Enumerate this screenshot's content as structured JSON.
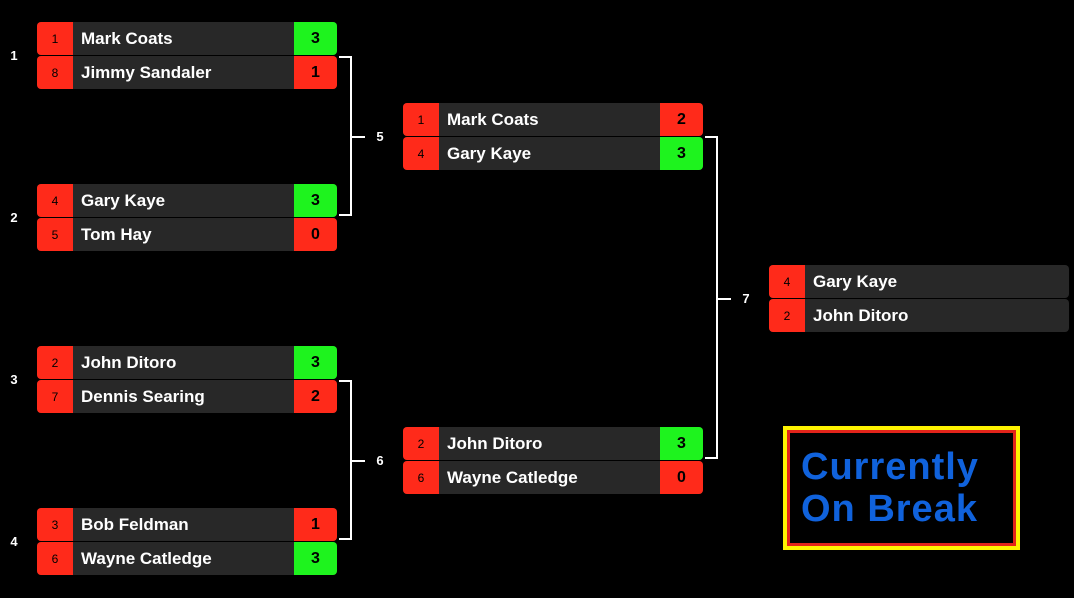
{
  "matches": [
    {
      "num": "1",
      "players": [
        {
          "seed": "1",
          "name": "Mark Coats",
          "score": "3",
          "win": true
        },
        {
          "seed": "8",
          "name": "Jimmy Sandaler",
          "score": "1",
          "win": false
        }
      ]
    },
    {
      "num": "2",
      "players": [
        {
          "seed": "4",
          "name": "Gary Kaye",
          "score": "3",
          "win": true
        },
        {
          "seed": "5",
          "name": "Tom Hay",
          "score": "0",
          "win": false
        }
      ]
    },
    {
      "num": "3",
      "players": [
        {
          "seed": "2",
          "name": "John Ditoro",
          "score": "3",
          "win": true
        },
        {
          "seed": "7",
          "name": "Dennis Searing",
          "score": "2",
          "win": false
        }
      ]
    },
    {
      "num": "4",
      "players": [
        {
          "seed": "3",
          "name": "Bob Feldman",
          "score": "1",
          "win": false
        },
        {
          "seed": "6",
          "name": "Wayne Catledge",
          "score": "3",
          "win": true
        }
      ]
    },
    {
      "num": "5",
      "players": [
        {
          "seed": "1",
          "name": "Mark Coats",
          "score": "2",
          "win": false
        },
        {
          "seed": "4",
          "name": "Gary Kaye",
          "score": "3",
          "win": true
        }
      ]
    },
    {
      "num": "6",
      "players": [
        {
          "seed": "2",
          "name": "John Ditoro",
          "score": "3",
          "win": true
        },
        {
          "seed": "6",
          "name": "Wayne Catledge",
          "score": "0",
          "win": false
        }
      ]
    },
    {
      "num": "7",
      "players": [
        {
          "seed": "4",
          "name": "Gary Kaye",
          "score": "",
          "win": null
        },
        {
          "seed": "2",
          "name": "John Ditoro",
          "score": "",
          "win": null
        }
      ]
    }
  ],
  "status": {
    "line1": "Currently",
    "line2": "On Break"
  },
  "colors": {
    "win": "#1ef31e",
    "lose": "#ff2a1a",
    "status_text": "#1062dc",
    "status_border_outer": "#fef200",
    "status_border_inner": "#e3231a"
  }
}
